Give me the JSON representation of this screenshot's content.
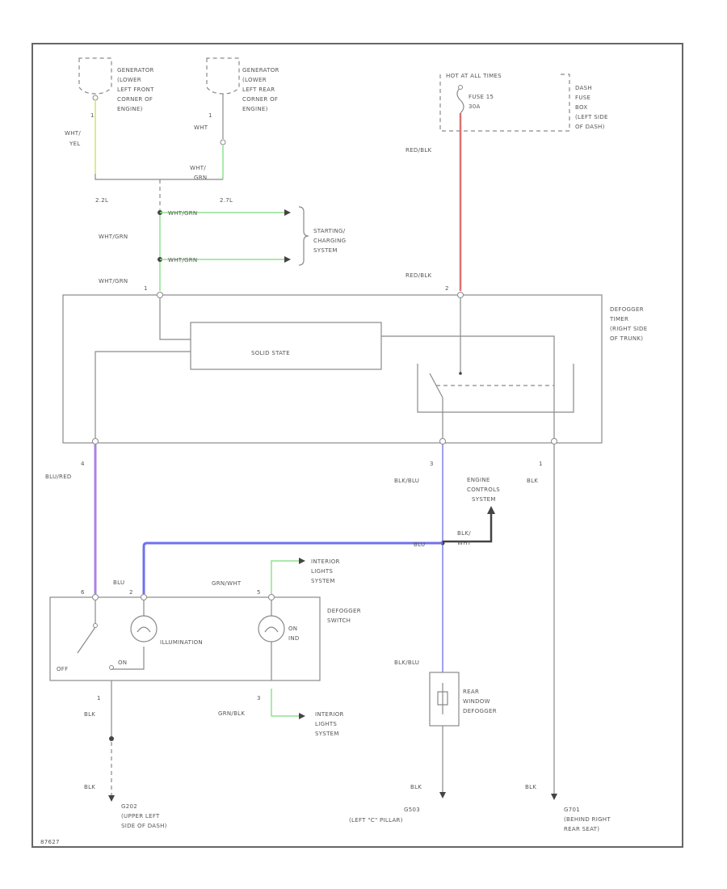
{
  "colors": {
    "yellow_wire": "#e0e890",
    "green_wire": "#90e090",
    "red_wire": "#e07070",
    "purple_wire": "#b080e0",
    "blue_wire": "#7070f0",
    "light_blue_wire": "#a0a0f0",
    "line": "#8a8a8a"
  },
  "components": {
    "gen_left": [
      "GENERATOR",
      "(LOWER",
      "LEFT FRONT",
      "CORNER OF",
      "ENGINE)"
    ],
    "gen_rear": [
      "GENERATOR",
      "(LOWER",
      "LEFT REAR",
      "CORNER OF",
      "ENGINE)"
    ],
    "hot": "HOT AT ALL TIMES",
    "fuse": [
      "FUSE 15",
      "30A"
    ],
    "dash_fuse": [
      "DASH",
      "FUSE",
      "BOX",
      "(LEFT SIDE",
      "OF DASH)"
    ],
    "starting": [
      "STARTING/",
      "CHARGING",
      "SYSTEM"
    ],
    "timer": [
      "DEFOGGER",
      "TIMER",
      "(RIGHT SIDE",
      "OF TRUNK)"
    ],
    "solid_state": "SOLID STATE",
    "engine": [
      "ENGINE",
      "CONTROLS",
      "SYSTEM"
    ],
    "interior1": [
      "INTERIOR",
      "LIGHTS",
      "SYSTEM"
    ],
    "interior2": [
      "INTERIOR",
      "LIGHTS",
      "SYSTEM"
    ],
    "switch": [
      "DEFOGGER",
      "SWITCH"
    ],
    "illumination": "ILLUMINATION",
    "on_ind": [
      "ON",
      "IND"
    ],
    "off": "OFF",
    "on": "ON",
    "rear_defogger": [
      "REAR",
      "WINDOW",
      "DEFOGGER"
    ],
    "g202": [
      "G202",
      "(UPPER LEFT",
      "SIDE OF DASH)"
    ],
    "g503": [
      "G503",
      "(LEFT \"C\" PILLAR)"
    ],
    "g701": [
      "G701",
      "(BEHIND RIGHT",
      "REAR SEAT)"
    ]
  },
  "wires": {
    "wht_yel": [
      "WHT/",
      "YEL"
    ],
    "wht": "WHT",
    "wht_grn": [
      "WHT/",
      "GRN"
    ],
    "l22": "2.2L",
    "l27": "2.7L",
    "wht_grn1": "WHT/GRN",
    "wht_grn2": "WHT/GRN",
    "wht_grn3": "WHT/GRN",
    "wht_grn4": "WHT/GRN",
    "red_blk1": "RED/BLK",
    "red_blk2": "RED/BLK",
    "blu_red": "BLU/RED",
    "blk_blu1": "BLK/BLU",
    "blk_blu2": "BLK/BLU",
    "blk_r": "BLK",
    "blu_center": "BLU",
    "blk_wht": [
      "BLK/",
      "WHT"
    ],
    "blu": "BLU",
    "grn_wht": "GRN/WHT",
    "grn_blk": "GRN/BLK",
    "blk1": "BLK",
    "blk2": "BLK",
    "blk3": "BLK",
    "blk4": "BLK"
  },
  "pins": {
    "p1": "1",
    "p1b": "1",
    "p1c": "1",
    "p2": "2",
    "p4": "4",
    "p3": "3",
    "p5": "5",
    "p6": "6",
    "p2b": "2",
    "p3b": "3",
    "p1d": "1"
  },
  "code": "87627"
}
